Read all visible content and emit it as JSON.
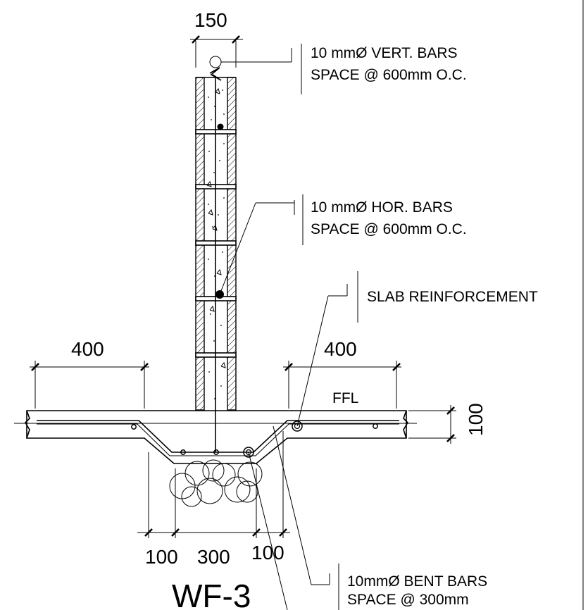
{
  "drawing": {
    "title": "WF-3",
    "dimensions": {
      "wall_width": "150",
      "left_offset": "400",
      "right_offset": "400",
      "slab_thickness": "100",
      "bottom_left": "100",
      "bottom_middle": "300",
      "bottom_right": "100"
    },
    "labels": {
      "floor_level": "FFL",
      "vert_bars_line1": "10 mmØ VERT. BARS",
      "vert_bars_line2": "SPACE @ 600mm O.C.",
      "hor_bars_line1": "10 mmØ HOR. BARS",
      "hor_bars_line2": "SPACE @ 600mm O.C.",
      "slab_reinforcement": "SLAB REINFORCEMENT",
      "bent_bars_line1": "10mmØ BENT BARS",
      "bent_bars_line2": "SPACE @ 300mm"
    }
  }
}
